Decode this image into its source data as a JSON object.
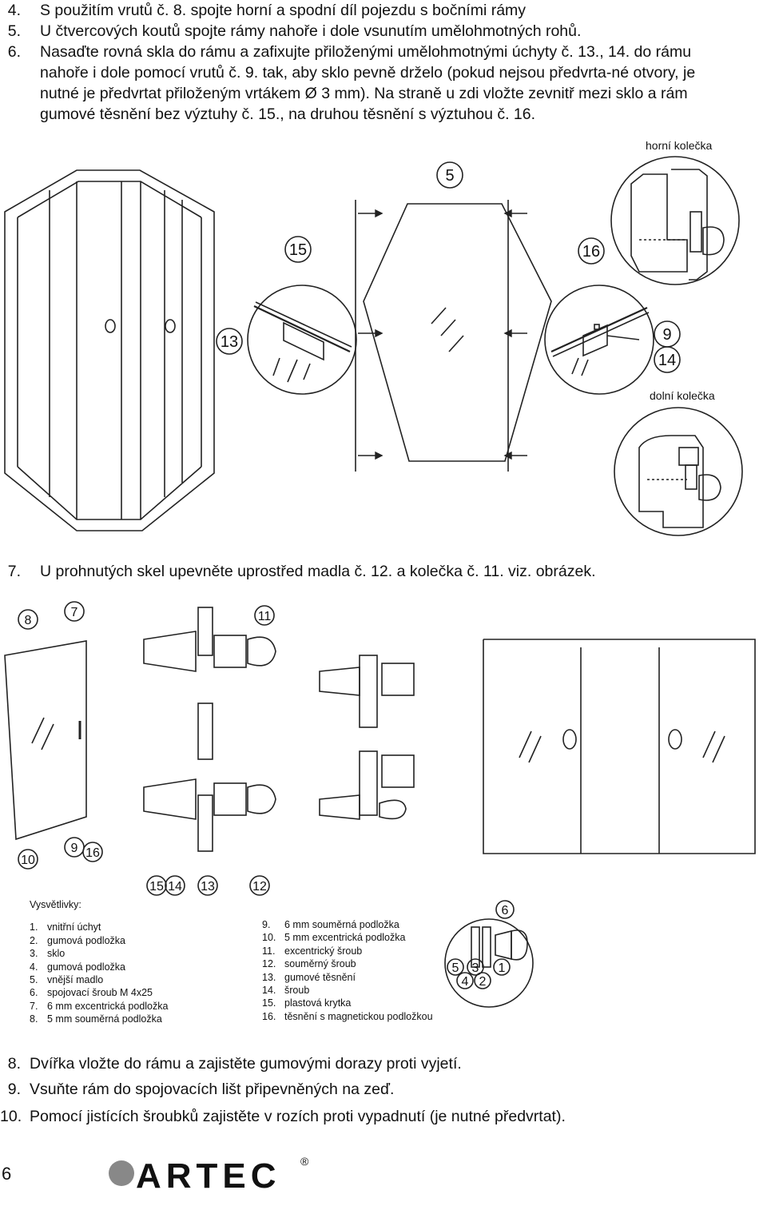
{
  "steps_top": [
    {
      "num": "4.",
      "text": "S použitím vrutů č. 8. spojte horní a spodní díl pojezdu s bočními rámy"
    },
    {
      "num": "5.",
      "text": "U čtvercových koutů spojte rámy nahoře i dole vsunutím umělohmotných rohů."
    },
    {
      "num": "6.",
      "lines": [
        "Nasaďte rovná skla do rámu a zafixujte přiloženými umělohmotnými úchyty č. 13., 14. do rámu",
        "nahoře i dole pomocí vrutů č. 9. tak, aby sklo pevně drželo (pokud nejsou předvrta-né otvory, je",
        "nutné je předvrtat přiloženým vrtákem Ø 3 mm). Na straně u zdi vložte zevnitř mezi sklo a rám",
        "gumové těsnění bez výztuhy č. 15., na druhou těsnění s výztuhou č. 16."
      ]
    }
  ],
  "figure1": {
    "label_top_wheels": "horní kolečka",
    "label_bottom_wheels": "dolní kolečka",
    "callouts": {
      "c5": "5",
      "c15": "15",
      "c16": "16",
      "c13": "13",
      "c9": "9",
      "c14": "14"
    }
  },
  "step7": {
    "num": "7.",
    "text": "U prohnutých skel upevněte uprostřed madla č. 12. a kolečka č. 11. viz. obrázek."
  },
  "figure2": {
    "callouts": {
      "c8": "8",
      "c7": "7",
      "c11": "11",
      "c10": "10",
      "c9": "9",
      "c16": "16",
      "c15": "15",
      "c14": "14",
      "c13": "13",
      "c12": "12",
      "c6": "6",
      "c5": "5",
      "c3": "3",
      "c1": "1",
      "c4": "4",
      "c2": "2"
    }
  },
  "legend": {
    "title": "Vysvětlivky:",
    "left": [
      {
        "n": "1.",
        "t": "vnitřní úchyt"
      },
      {
        "n": "2.",
        "t": "gumová podložka"
      },
      {
        "n": "3.",
        "t": "sklo"
      },
      {
        "n": "4.",
        "t": "gumová podložka"
      },
      {
        "n": "5.",
        "t": "vnější madlo"
      },
      {
        "n": "6.",
        "t": "spojovací šroub M 4x25"
      },
      {
        "n": "7.",
        "t": "6 mm excentrická podložka"
      },
      {
        "n": "8.",
        "t": "5 mm souměrná podložka"
      }
    ],
    "right": [
      {
        "n": "9.",
        "t": "6 mm souměrná podložka"
      },
      {
        "n": "10.",
        "t": "5 mm excentrická podložka"
      },
      {
        "n": "11.",
        "t": "excentrický šroub"
      },
      {
        "n": "12.",
        "t": "souměrný šroub"
      },
      {
        "n": "13.",
        "t": "gumové těsnění"
      },
      {
        "n": "14.",
        "t": "šroub"
      },
      {
        "n": "15.",
        "t": "plastová krytka"
      },
      {
        "n": "16.",
        "t": "těsnění s magnetickou podložkou"
      }
    ]
  },
  "steps_bottom": [
    {
      "num": "8.",
      "text": "Dvířka vložte do rámu a zajistěte gumovými dorazy proti vyjetí."
    },
    {
      "num": "9.",
      "text": "Vsuňte rám do spojovacích lišt připevněných na zeď."
    },
    {
      "num": "10.",
      "text": "Pomocí jistících šroubků zajistěte v rozích proti vypadnutí (je nutné předvrtat)."
    }
  ],
  "page_number": "6",
  "logo": {
    "text": "ARTEC",
    "registered": "®"
  }
}
